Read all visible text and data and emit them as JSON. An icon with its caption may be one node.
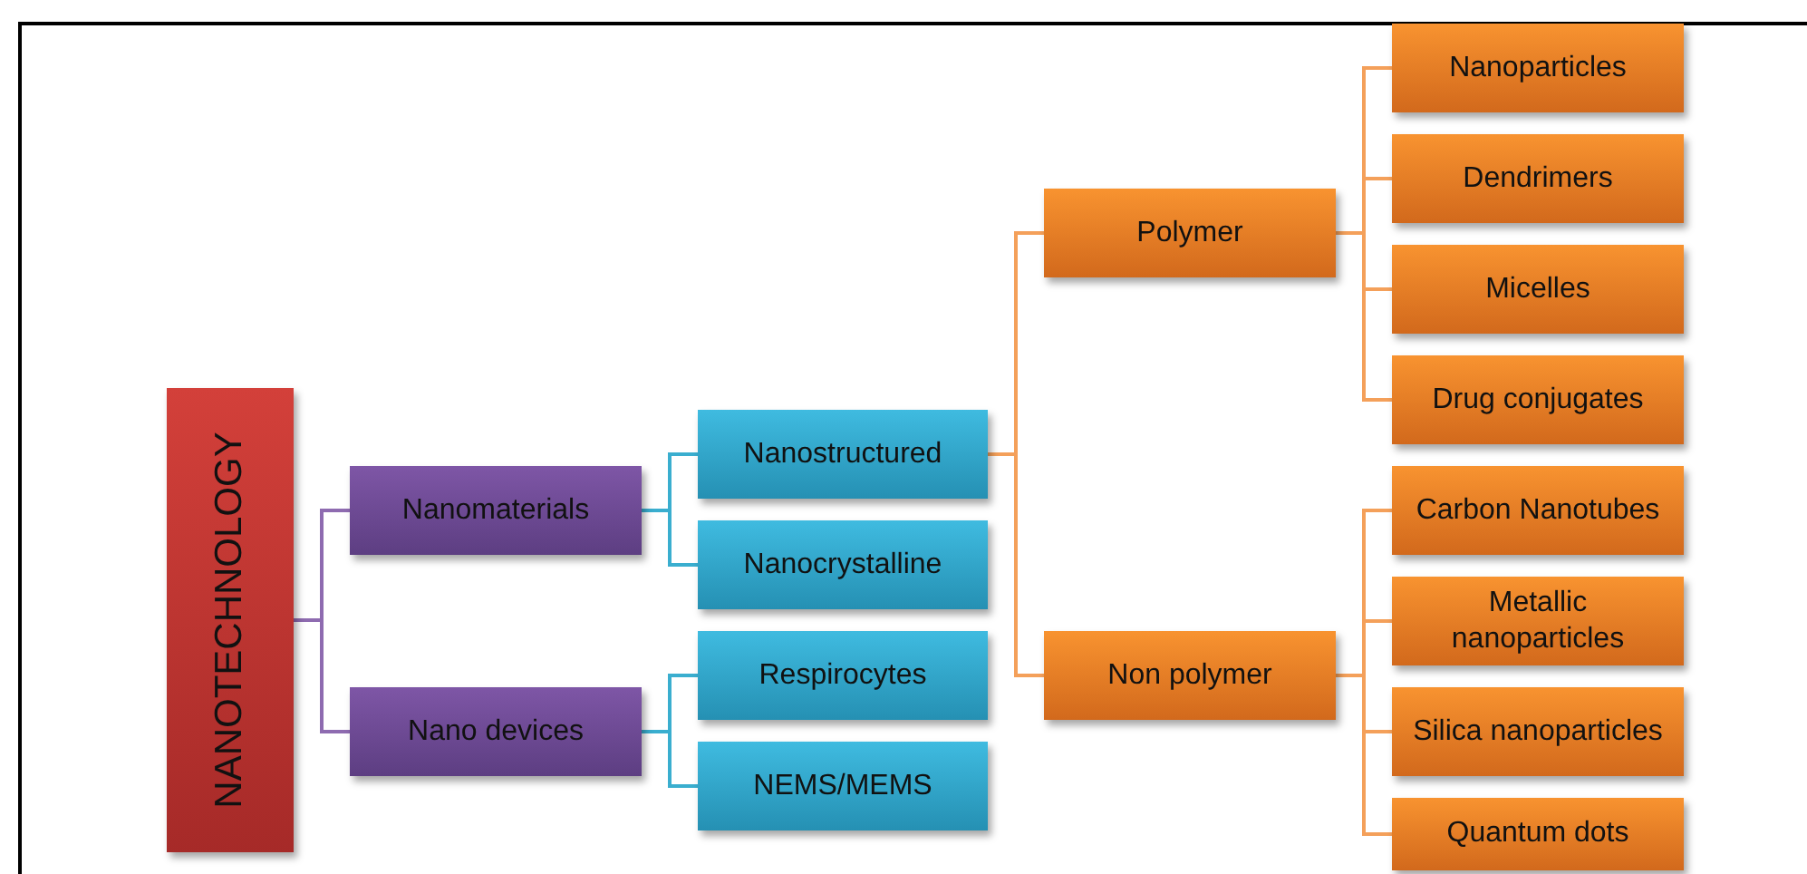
{
  "diagram": {
    "nodes": [
      {
        "text": [
          "NANOTECHNOLOGY"
        ]
      },
      {
        "text": [
          "Nanomaterials"
        ]
      },
      {
        "text": [
          "Nano devices"
        ]
      },
      {
        "text": [
          "Nanostructured"
        ]
      },
      {
        "text": [
          "Nanocrystalline"
        ]
      },
      {
        "text": [
          "Respirocytes"
        ]
      },
      {
        "text": [
          "NEMS/MEMS"
        ]
      },
      {
        "text": [
          "Polymer"
        ]
      },
      {
        "text": [
          "Non polymer"
        ]
      },
      {
        "text": [
          "Nanoparticles"
        ]
      },
      {
        "text": [
          "Dendrimers"
        ]
      },
      {
        "text": [
          "Micelles"
        ]
      },
      {
        "text": [
          "Drug conjugates"
        ]
      },
      {
        "text": [
          "Carbon Nanotubes"
        ]
      },
      {
        "text": [
          "Metallic nanoparticles"
        ]
      },
      {
        "text": [
          "Silica nanoparticles"
        ]
      },
      {
        "text": [
          "Quantum dots"
        ]
      }
    ],
    "edges": [
      {
        "from": 0,
        "to": 1,
        "arrow": "none",
        "color": "#8e6bb0"
      },
      {
        "from": 0,
        "to": 2,
        "arrow": "none",
        "color": "#8e6bb0"
      },
      {
        "from": 1,
        "to": 3,
        "arrow": "none",
        "color": "#3aaecf"
      },
      {
        "from": 1,
        "to": 4,
        "arrow": "none",
        "color": "#3aaecf"
      },
      {
        "from": 2,
        "to": 5,
        "arrow": "none",
        "color": "#3aaecf"
      },
      {
        "from": 2,
        "to": 6,
        "arrow": "none",
        "color": "#3aaecf"
      },
      {
        "from": 3,
        "to": 7,
        "arrow": "none"
      },
      {
        "from": 3,
        "to": 8,
        "arrow": "none"
      },
      {
        "from": 7,
        "to": 9,
        "arrow": "none"
      },
      {
        "from": 7,
        "to": 10,
        "arrow": "none"
      },
      {
        "from": 7,
        "to": 11,
        "arrow": "none"
      },
      {
        "from": 7,
        "to": 12,
        "arrow": "none"
      },
      {
        "from": 8,
        "to": 13,
        "arrow": "none"
      },
      {
        "from": 8,
        "to": 14,
        "arrow": "none"
      },
      {
        "from": 8,
        "to": 15,
        "arrow": "none"
      },
      {
        "from": 8,
        "to": 16,
        "arrow": "none"
      }
    ]
  }
}
